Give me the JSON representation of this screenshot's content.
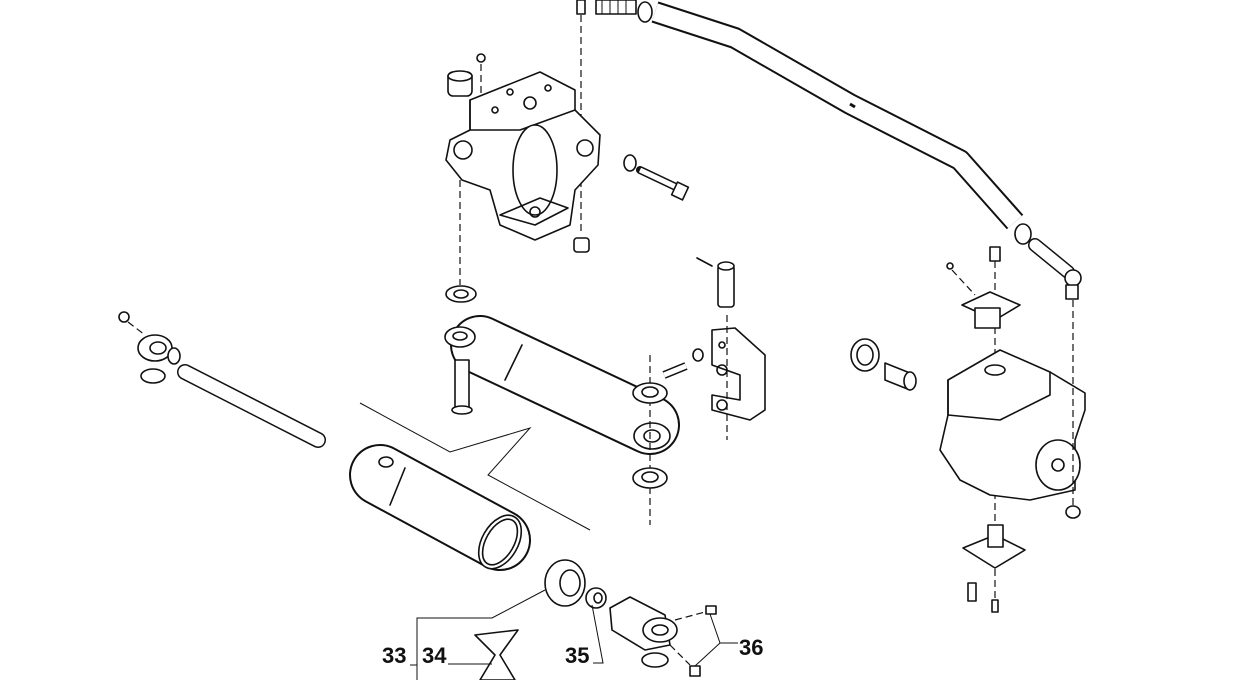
{
  "diagram": {
    "type": "exploded parts diagram",
    "callouts": [
      {
        "id": "33",
        "label": "33"
      },
      {
        "id": "34",
        "label": "34"
      },
      {
        "id": "35",
        "label": "35"
      },
      {
        "id": "36",
        "label": "36"
      }
    ]
  }
}
